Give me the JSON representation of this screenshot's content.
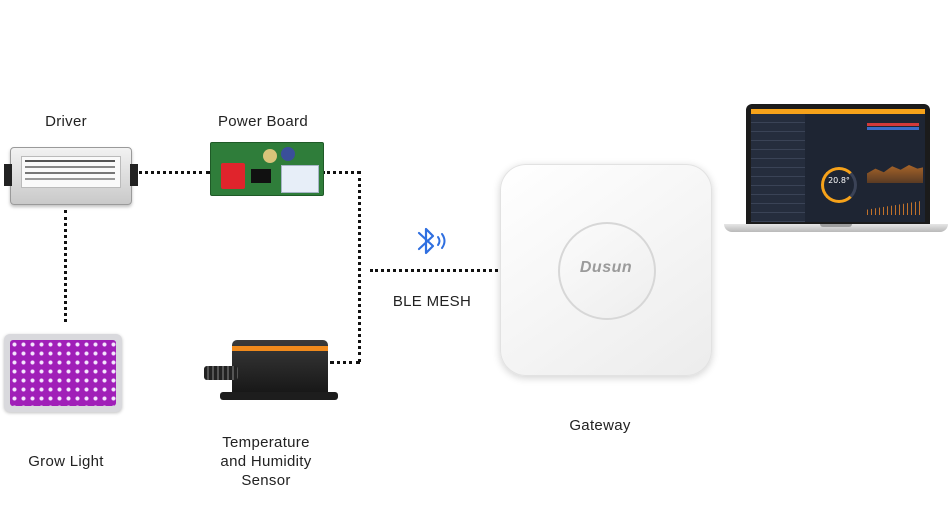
{
  "labels": {
    "driver": "Driver",
    "power_board": "Power Board",
    "grow_light": "Grow Light",
    "sensor_line1": "Temperature",
    "sensor_line2": "and Humidity",
    "sensor_line3": "Sensor",
    "ble": "BLE MESH",
    "gateway": "Gateway"
  },
  "gateway_brand": "Dusun",
  "dashboard_reading": "20.8°",
  "icons": {
    "bluetooth": "bluetooth-icon"
  },
  "colors": {
    "bluetooth": "#2f6fe0",
    "dashboard_accent": "#f6a21a",
    "grow_light": "#a01fb8",
    "sensor_band": "#f08a1c"
  }
}
